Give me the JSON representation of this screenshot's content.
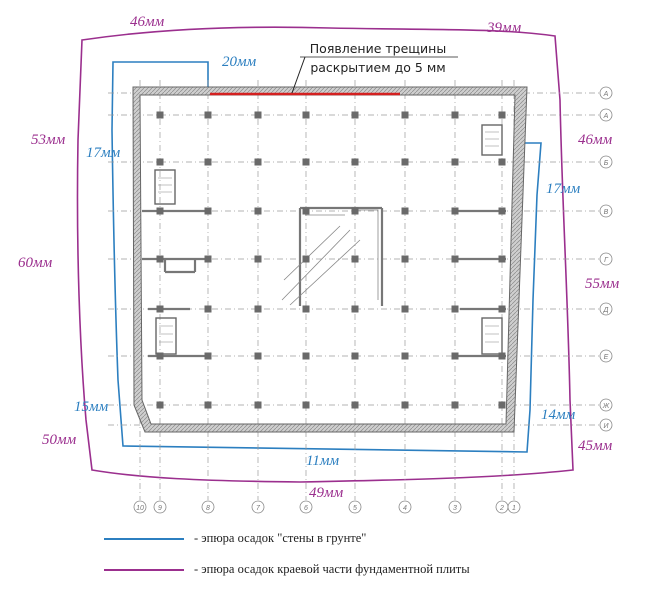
{
  "crack_note": {
    "line1": "Появление трещины",
    "line2": "раскрытием до 5 мм"
  },
  "purple_labels": {
    "top_left": "46мм",
    "top_right": "39мм",
    "left_upper": "53мм",
    "left_middle": "60мм",
    "left_lower": "50мм",
    "right_upper": "46мм",
    "right_middle": "55мм",
    "right_lower": "45мм",
    "bottom": "49мм"
  },
  "blue_labels": {
    "top": "20мм",
    "left_upper": "17мм",
    "right_upper": "17мм",
    "left_lower": "15мм",
    "right_lower": "14мм",
    "bottom": "11мм"
  },
  "axis_labels_right": [
    "А",
    "А",
    "Б",
    "В",
    "Г",
    "Д",
    "Е",
    "Ж",
    "И"
  ],
  "axis_labels_bottom": [
    "10",
    "9",
    "8",
    "7",
    "6",
    "5",
    "4",
    "3",
    "2",
    "1"
  ],
  "legend": {
    "blue_text": "- эпюра осадок \"стены в грунте\"",
    "purple_text": "- эпюра осадок краевой части фундаментной плиты"
  },
  "colors": {
    "blue": "#2c7fc0",
    "purple": "#9b2f8e",
    "crack": "#d42020",
    "structure": "#666666"
  }
}
